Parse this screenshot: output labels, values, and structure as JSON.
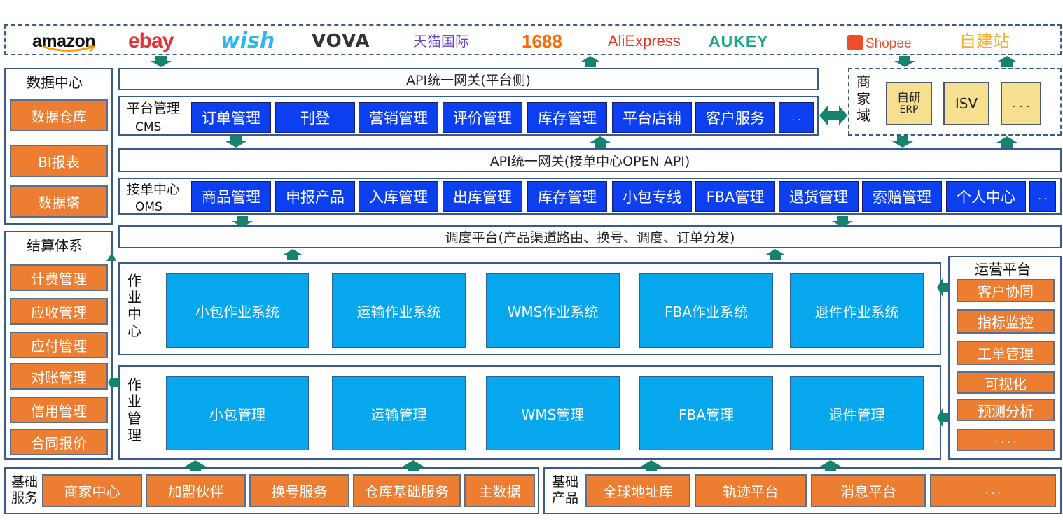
{
  "platforms": {
    "items": [
      {
        "label": "amazon",
        "color": "#111111"
      },
      {
        "label": "ebay",
        "color": "#e53238"
      },
      {
        "label": "wish",
        "color": "#2fb7ec"
      },
      {
        "label": "VOVA",
        "color": "#333333"
      },
      {
        "label": "天猫国际",
        "color": "#6b45c8"
      },
      {
        "label": "1688",
        "color": "#ff6a00"
      },
      {
        "label": "AliExpress",
        "color": "#e43225"
      },
      {
        "label": "AUKEY",
        "color": "#17a784"
      },
      {
        "label": "Shopee",
        "color": "#ee4d2d"
      },
      {
        "label": "自建站",
        "color": "#f2b132"
      }
    ]
  },
  "data_center": {
    "title": "数据中心",
    "items": [
      "数据仓库",
      "BI报表",
      "数据塔"
    ]
  },
  "settlement": {
    "title": "结算体系",
    "items": [
      "计费管理",
      "应收管理",
      "应付管理",
      "对账管理",
      "信用管理",
      "合同报价"
    ]
  },
  "gateway_platform": "API统一网关(平台侧)",
  "cms": {
    "title": "平台管理",
    "subtitle": "CMS",
    "items": [
      "订单管理",
      "刊登",
      "营销管理",
      "评价管理",
      "库存管理",
      "平台店铺",
      "客户服务",
      ". ."
    ]
  },
  "gateway_open": "API统一网关(接单中心OPEN  API)",
  "oms": {
    "title": "接单中心",
    "subtitle": "OMS",
    "items": [
      "商品管理",
      "申报产品",
      "入库管理",
      "出库管理",
      "库存管理",
      "小包专线",
      "FBA管理",
      "退货管理",
      "索赔管理",
      "个人中心",
      ". ."
    ]
  },
  "scheduling": "调度平台(产品渠道路由、换号、调度、订单分发)",
  "ops_center": {
    "title": "作业中心",
    "items": [
      "小包作业系统",
      "运输作业系统",
      "WMS作业系统",
      "FBA作业系统",
      "退件作业系统"
    ]
  },
  "ops_mgmt": {
    "title": "作业管理",
    "items": [
      "小包管理",
      "运输管理",
      "WMS管理",
      "FBA管理",
      "退件管理"
    ]
  },
  "merchant": {
    "title": "商家域",
    "items": [
      {
        "line1": "自研",
        "line2": "ERP"
      },
      {
        "line1": "ISV",
        "line2": ""
      },
      {
        "line1": ". . .",
        "line2": ""
      }
    ]
  },
  "operations": {
    "title": "运营平台",
    "items": [
      "客户协同",
      "指标监控",
      "工单管理",
      "可视化",
      "预测分析",
      ". . . ."
    ]
  },
  "base_services": {
    "title": "基础服务",
    "items": [
      "商家中心",
      "加盟伙伴",
      "换号服务",
      "仓库基础服务",
      "主数据"
    ]
  },
  "base_products": {
    "title": "基础产品",
    "items": [
      "全球地址库",
      "轨迹平台",
      "消息平台",
      ". . ."
    ]
  },
  "colors": {
    "accent_blue": "#0b3ff0",
    "orange": "#ec7d31",
    "sky": "#07a7ee",
    "yellow": "#f6e08f",
    "arrow": "#17836f",
    "border": "#3a5a8c"
  }
}
